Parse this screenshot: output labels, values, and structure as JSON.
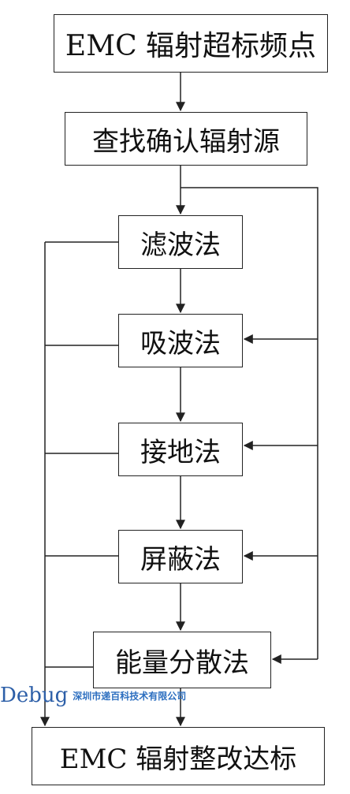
{
  "diagram": {
    "nodes": [
      {
        "id": "n1",
        "label": "EMC 辐射超标频点"
      },
      {
        "id": "n2",
        "label": "查找确认辐射源"
      },
      {
        "id": "n3",
        "label": "滤波法"
      },
      {
        "id": "n4",
        "label": "吸波法"
      },
      {
        "id": "n5",
        "label": "接地法"
      },
      {
        "id": "n6",
        "label": "屏蔽法"
      },
      {
        "id": "n7",
        "label": "能量分散法"
      },
      {
        "id": "n8",
        "label": "EMC 辐射整改达标"
      }
    ],
    "edges": [
      {
        "from": "n1",
        "to": "n2"
      },
      {
        "from": "n2",
        "to": "n3"
      },
      {
        "from": "n3",
        "to": "n4"
      },
      {
        "from": "n4",
        "to": "n5"
      },
      {
        "from": "n5",
        "to": "n6"
      },
      {
        "from": "n6",
        "to": "n7"
      },
      {
        "from": "n7",
        "to": "n8"
      },
      {
        "from": "n2",
        "to": "n4"
      },
      {
        "from": "n2",
        "to": "n5"
      },
      {
        "from": "n2",
        "to": "n6"
      },
      {
        "from": "n2",
        "to": "n7"
      },
      {
        "from": "n3",
        "to": "n8"
      },
      {
        "from": "n4",
        "to": "n8"
      },
      {
        "from": "n5",
        "to": "n8"
      },
      {
        "from": "n6",
        "to": "n8"
      },
      {
        "from": "n7",
        "to": "n8"
      }
    ]
  },
  "watermark": {
    "logo_text": "Debug",
    "company": "深圳市递百科技术有限公司"
  },
  "colors": {
    "line": "#222222",
    "watermark": "#2d5fa8"
  }
}
